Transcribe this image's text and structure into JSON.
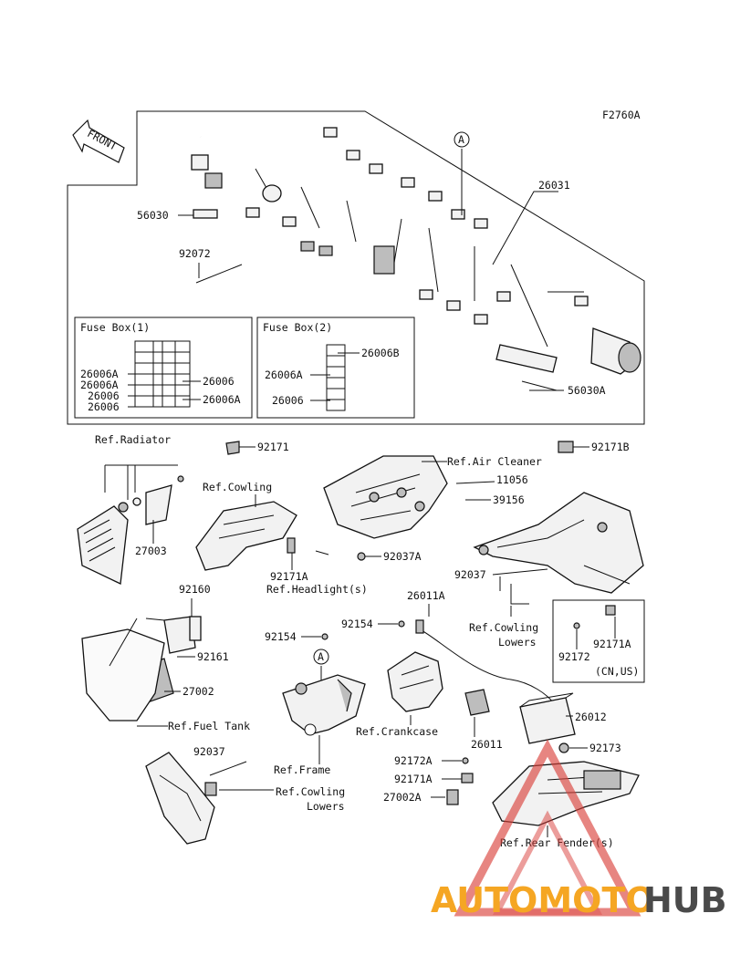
{
  "figure_code": "F2760A",
  "front_label": "FRONT",
  "circle_marker": "A",
  "harness": {
    "main_part": "26031",
    "connector_label": "56030",
    "connector_label_2": "56030A",
    "clamp_label": "92072"
  },
  "fuse_box_1": {
    "title": "Fuse Box(1)",
    "left_labels": [
      "26006A",
      "26006A",
      "26006",
      "26006"
    ],
    "right_labels": [
      "26006",
      "26006A"
    ]
  },
  "fuse_box_2": {
    "title": "Fuse Box(2)",
    "top_label": "26006B",
    "left_labels": [
      "26006A",
      "26006"
    ]
  },
  "callouts": {
    "ref_radiator": "Ref.Radiator",
    "p92171": "92171",
    "p92171b": "92171B",
    "ref_air_cleaner": "Ref.Air Cleaner",
    "p11056": "11056",
    "p39156": "39156",
    "ref_cowling": "Ref.Cowling",
    "p27003": "27003",
    "p92171a_1": "92171A",
    "ref_headlight": "Ref.Headlight(s)",
    "p92037a": "92037A",
    "p92037_1": "92037",
    "p92160": "92160",
    "p26011a": "26011A",
    "ref_cowling_lowers_1": "Ref.Cowling",
    "ref_cowling_lowers_1b": "Lowers",
    "p92154_1": "92154",
    "p92154_2": "92154",
    "p92161": "92161",
    "p27002": "27002",
    "p92172_1": "92172",
    "p92171a_2": "92171A",
    "cn_us": "(CN,US)",
    "ref_fuel_tank": "Ref.Fuel Tank",
    "ref_crankcase": "Ref.Crankcase",
    "p26012": "26012",
    "p26011": "26011",
    "p92173": "92173",
    "p92037_2": "92037",
    "ref_frame": "Ref.Frame",
    "p92172a": "92172A",
    "p92171a_3": "92171A",
    "ref_cowling_lowers_2": "Ref.Cowling",
    "ref_cowling_lowers_2b": "Lowers",
    "p27002a": "27002A",
    "ref_rear_fender": "Ref.Rear Fender(s)"
  },
  "watermark": {
    "part1": "AUTOMOTO",
    "part2": "HUB",
    "color_orange": "#f5a623",
    "color_red": "#d9403a",
    "color_gray": "#4a4a4a"
  }
}
